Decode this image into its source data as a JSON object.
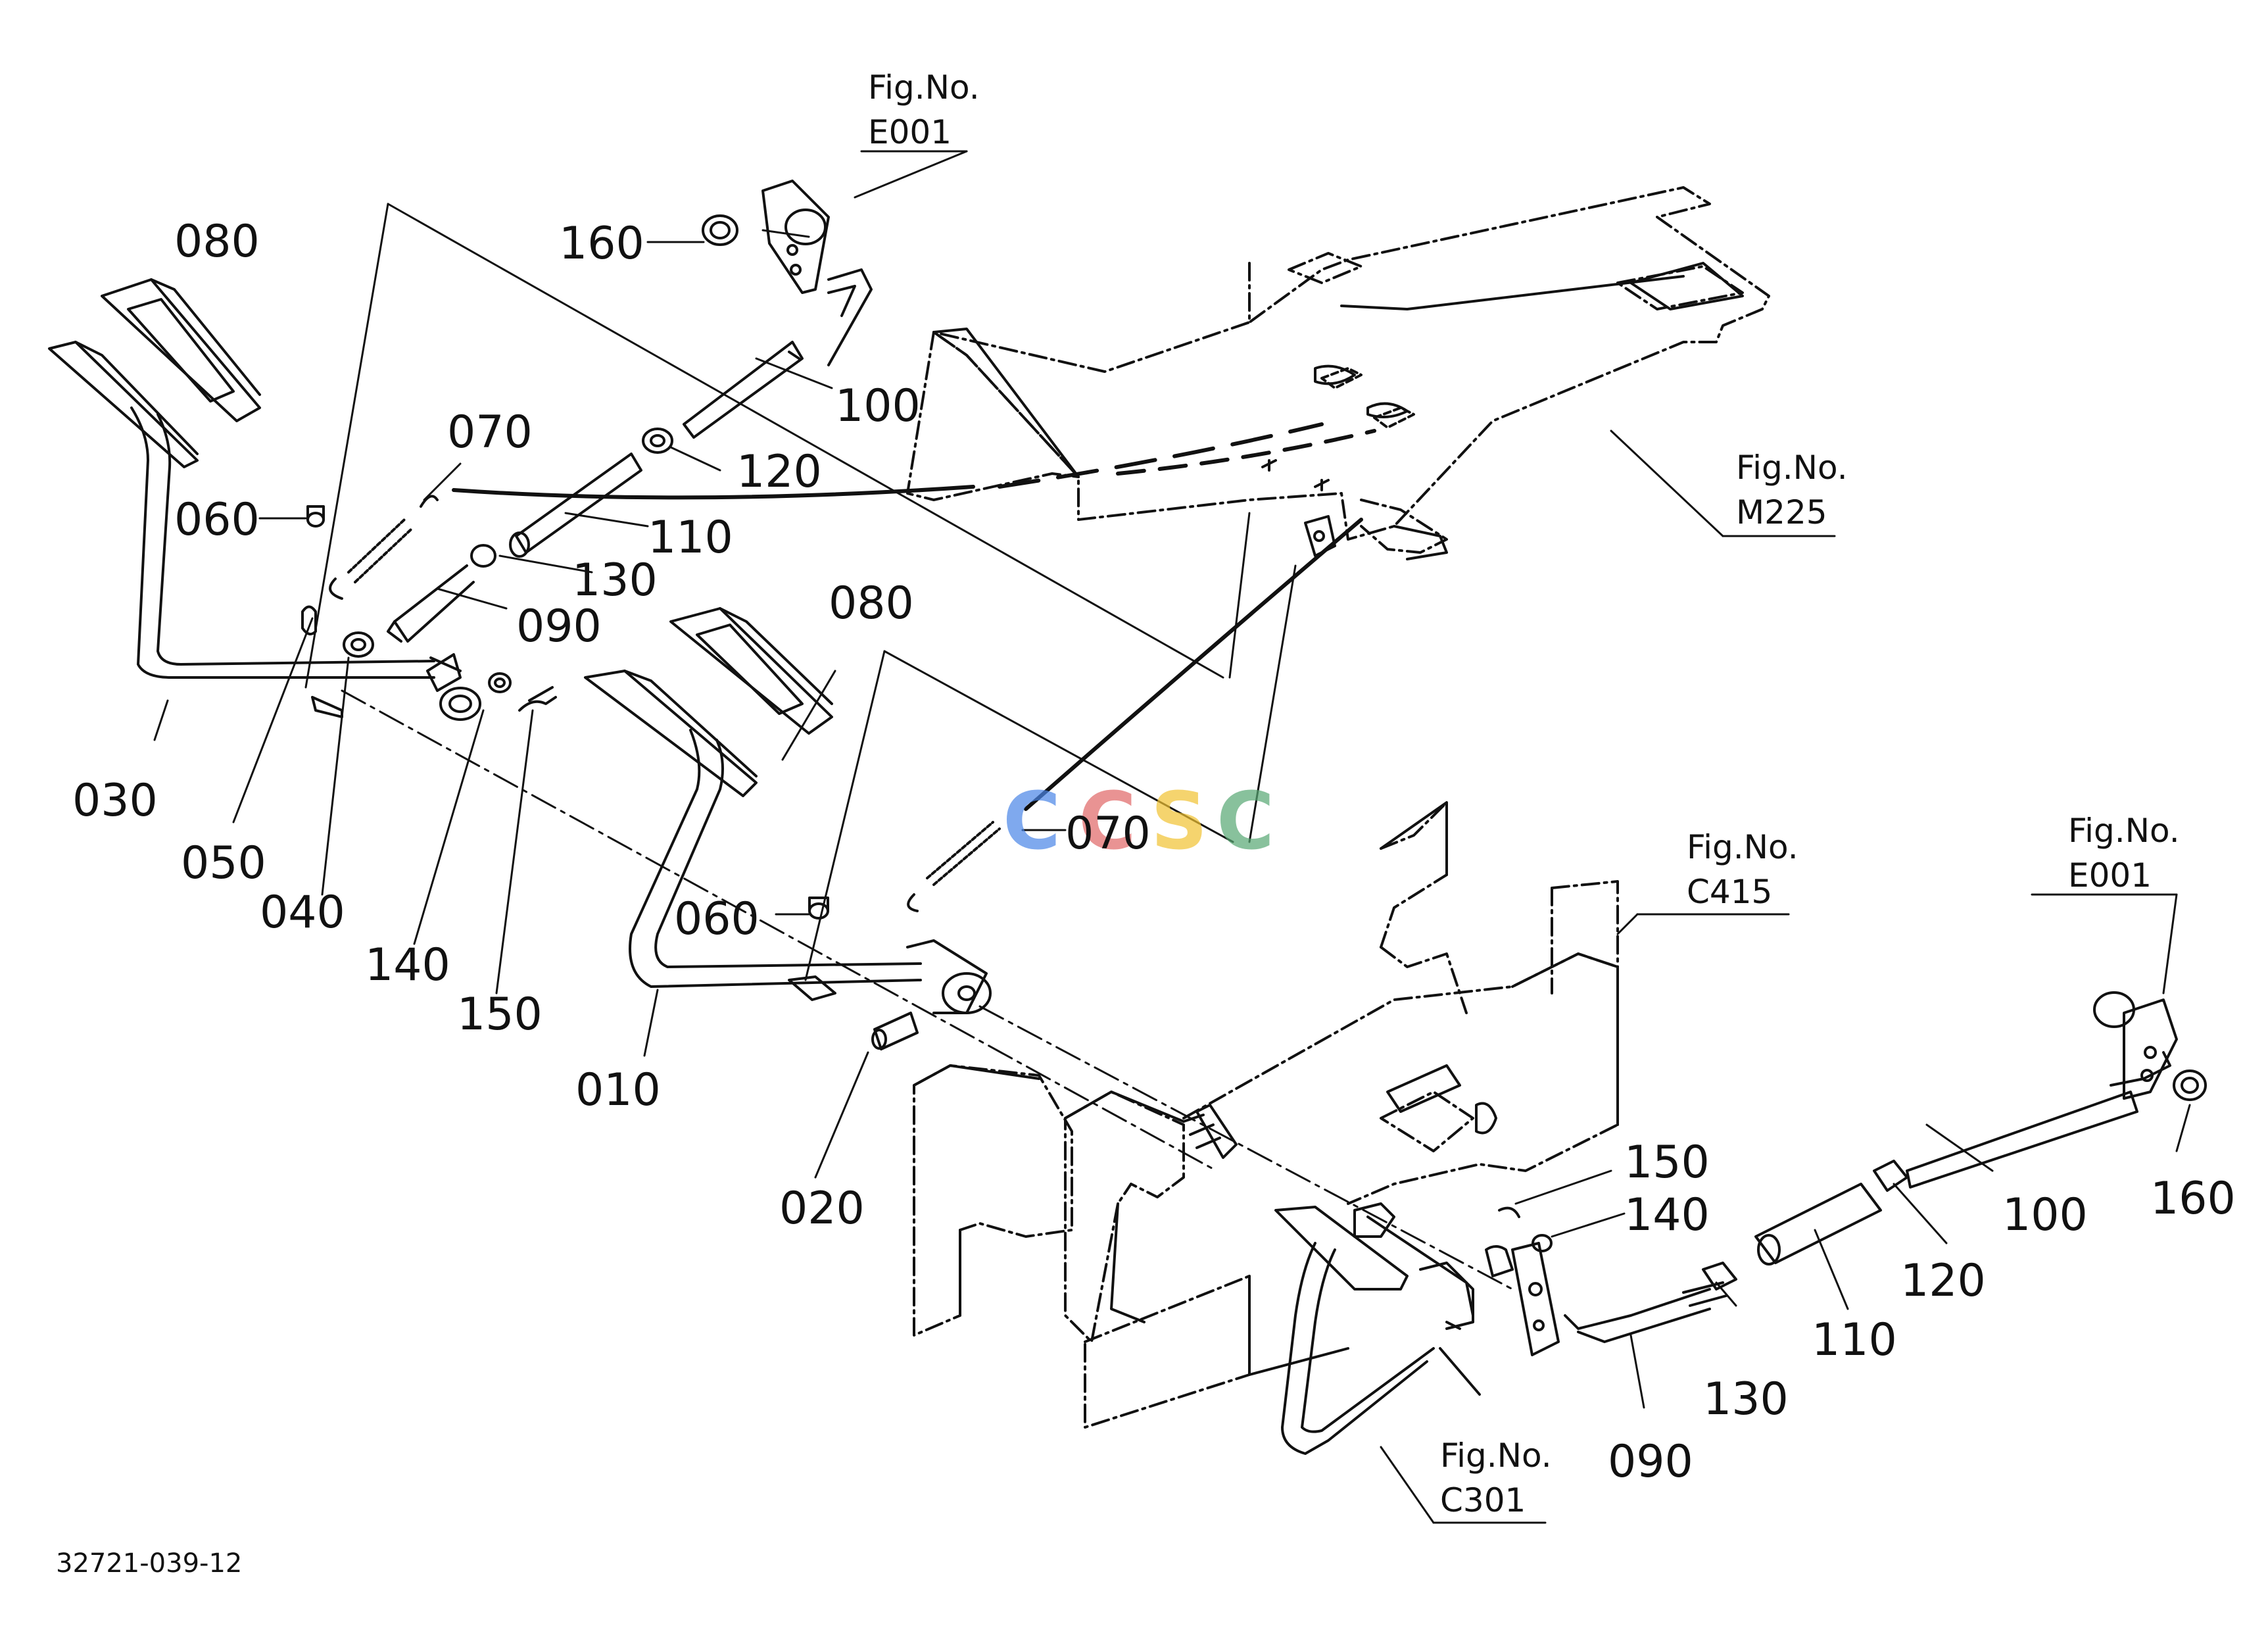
{
  "figure_code": "32721-039-12",
  "watermark": {
    "letters": [
      "C",
      "C",
      "S",
      "C"
    ],
    "colors": [
      "#4a86e8",
      "#e06666",
      "#f1c232",
      "#57a773"
    ]
  },
  "fig_refs": [
    {
      "line1": "Fig.No.",
      "line2": "E001"
    },
    {
      "line1": "Fig.No.",
      "line2": "M225"
    },
    {
      "line1": "Fig.No.",
      "line2": "C415"
    },
    {
      "line1": "Fig.No.",
      "line2": "E001"
    },
    {
      "line1": "Fig.No.",
      "line2": "C301"
    }
  ],
  "parts": [
    "080",
    "160",
    "100",
    "070",
    "120",
    "060",
    "110",
    "130",
    "090",
    "030",
    "050",
    "040",
    "140",
    "150",
    "080",
    "070",
    "060",
    "010",
    "020",
    "150",
    "140",
    "100",
    "160",
    "120",
    "110",
    "130",
    "090"
  ]
}
